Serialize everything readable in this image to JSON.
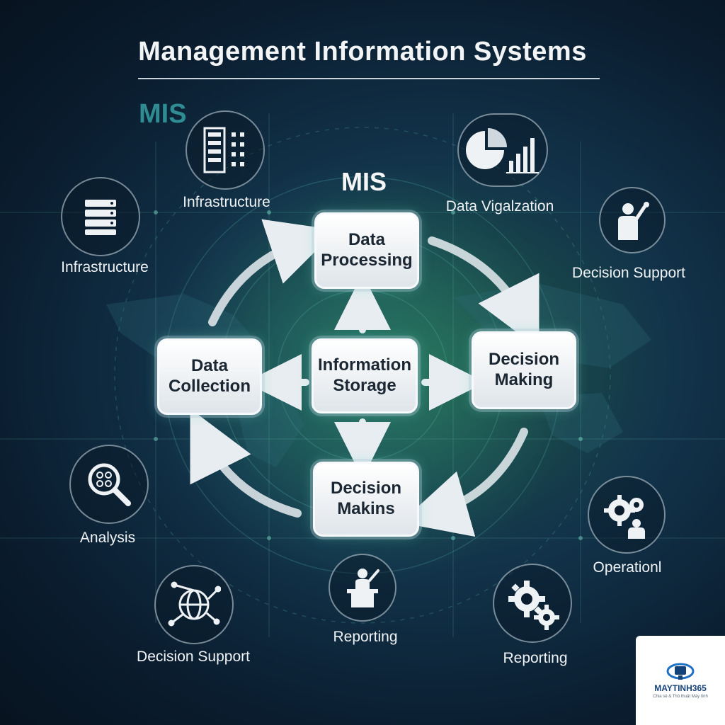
{
  "title": "Management Information Systems",
  "corner_label": "MIS",
  "center_label": "MIS",
  "core": {
    "processing": "Data\nProcessing",
    "collection": "Data\nCollection",
    "storage": "Information\nStorage",
    "making": "Decision\nMaking",
    "makins": "Decision\nMakins"
  },
  "satellites": [
    {
      "id": "infra-top",
      "label": "Infrastructure",
      "icon": "server-grid-icon"
    },
    {
      "id": "infra-left",
      "label": "Infrastructure",
      "icon": "server-rack-icon"
    },
    {
      "id": "data-viz",
      "label": "Data Vigalzation",
      "icon": "pie-bar-chart-icon"
    },
    {
      "id": "decision-support-right",
      "label": "Decision Support",
      "icon": "presenter-icon"
    },
    {
      "id": "analysis",
      "label": "Analysis",
      "icon": "magnifier-icon"
    },
    {
      "id": "operational",
      "label": "Operationl",
      "icon": "gears-person-icon"
    },
    {
      "id": "decision-support-bottom",
      "label": "Decision Support",
      "icon": "globe-network-icon"
    },
    {
      "id": "reporting-center",
      "label": "Reporting",
      "icon": "podium-speaker-icon"
    },
    {
      "id": "reporting-right",
      "label": "Reporting",
      "icon": "gears-icon"
    }
  ],
  "watermark": {
    "brand": "MAYTINH365",
    "tagline": "Chia sẻ & Thủ thuật Máy tính"
  },
  "colors": {
    "accent_teal": "#2f8c92",
    "box_fill": "#eef2f5",
    "arrow": "#e8edf1"
  }
}
